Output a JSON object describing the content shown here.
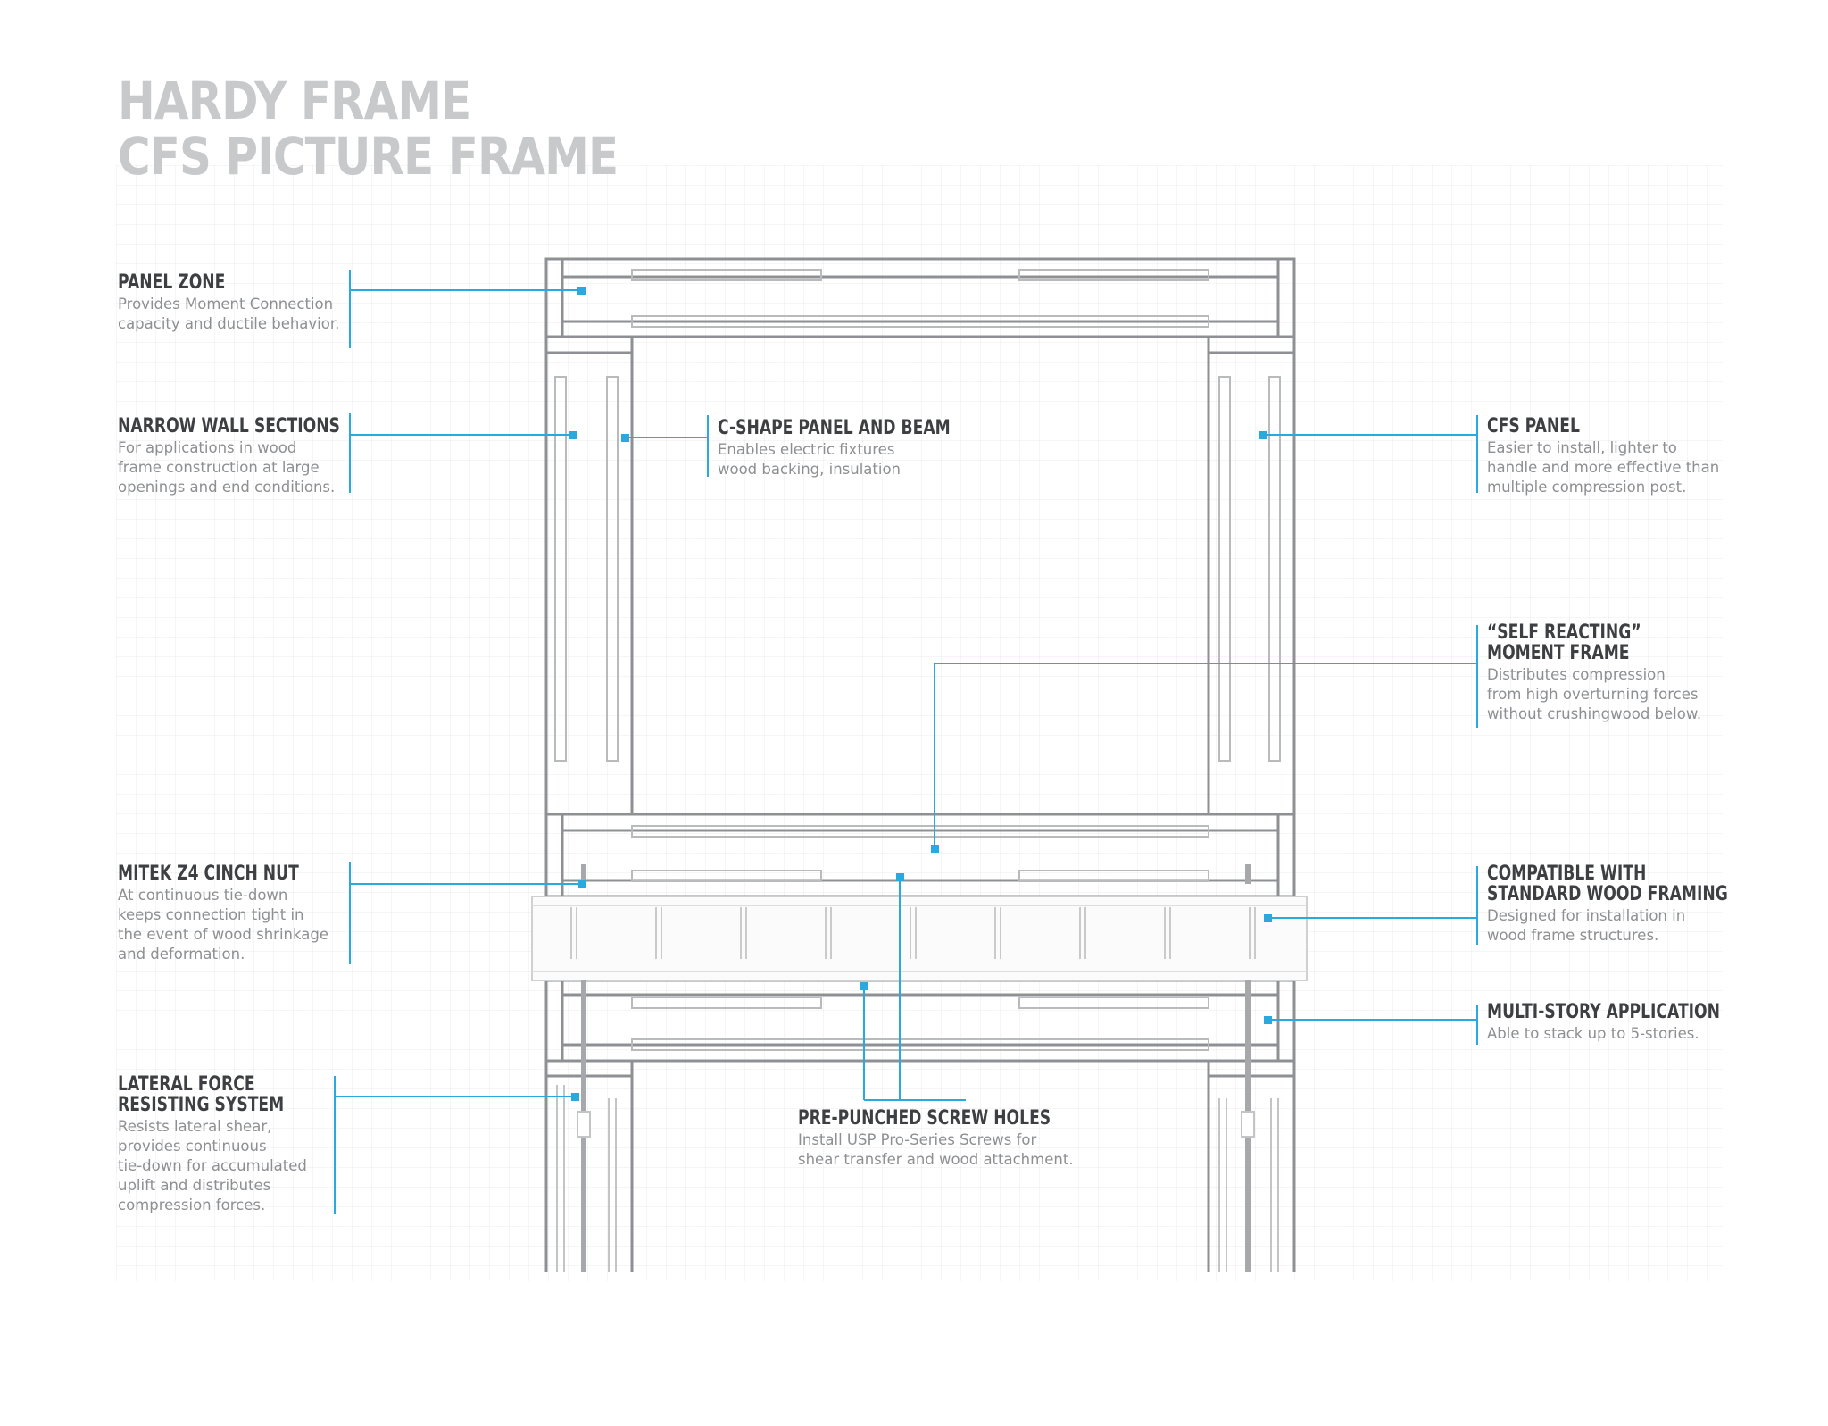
{
  "title": {
    "line1": "HARDY FRAME",
    "line2": "CFS PICTURE FRAME"
  },
  "colors": {
    "accent": "#2aa9de",
    "frame_stroke": "#8e9093",
    "frame_light": "#c3c4c6",
    "heading": "#3d3f42",
    "body_text": "#8d8f92",
    "title": "#c8c9cb"
  },
  "callouts": {
    "panel_zone": {
      "heading": "PANEL ZONE",
      "body": "Provides Moment Connection\ncapacity and ductile behavior."
    },
    "narrow_wall": {
      "heading": "NARROW WALL SECTIONS",
      "body": "For applications in wood\nframe construction at large\nopenings and end conditions."
    },
    "c_shape": {
      "heading": "C-SHAPE PANEL AND BEAM",
      "body": "Enables electric fixtures\nwood backing, insulation"
    },
    "cfs_panel": {
      "heading": "CFS PANEL",
      "body": "Easier to install, lighter to\nhandle and more effective than\nmultiple compression post."
    },
    "self_reacting": {
      "heading": "“SELF REACTING”\nMOMENT FRAME",
      "body": "Distributes compression\nfrom high overturning forces\nwithout crushingwood below."
    },
    "mitek": {
      "heading": "MITEK Z4 CINCH NUT",
      "body": "At continuous tie-down\nkeeps connection tight in\nthe event of wood shrinkage\nand deformation."
    },
    "compatible": {
      "heading": "COMPATIBLE WITH\nSTANDARD WOOD FRAMING",
      "body": "Designed for installation in\nwood frame structures."
    },
    "multi_story": {
      "heading": "MULTI-STORY APPLICATION",
      "body": "Able to stack up to 5-stories."
    },
    "lateral": {
      "heading": "LATERAL FORCE\nRESISTING SYSTEM",
      "body": "Resists lateral shear,\nprovides continuous\ntie-down for accumulated\nuplift and distributes\ncompression forces."
    },
    "pre_punched": {
      "heading": "PRE-PUNCHED SCREW HOLES",
      "body": "Install USP Pro-Series Screws for\nshear transfer and wood attachment."
    }
  }
}
